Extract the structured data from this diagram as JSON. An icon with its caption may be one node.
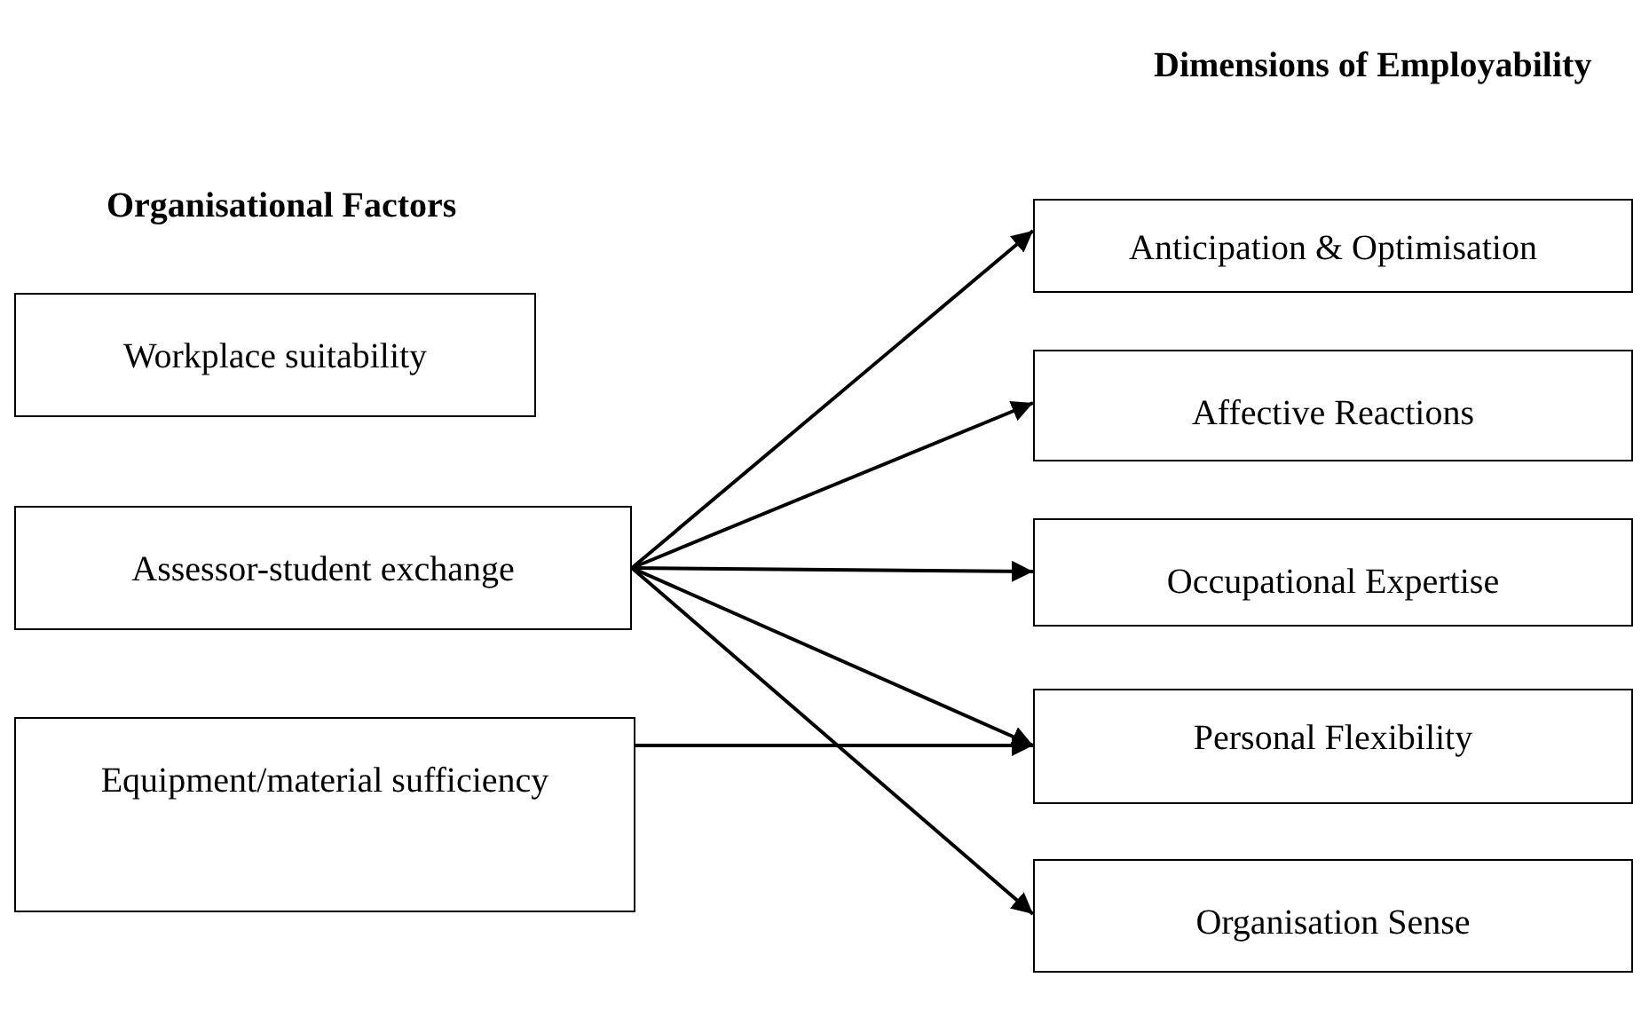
{
  "diagram": {
    "title": "Dimensions of Employability",
    "nodes": [
      {
        "text": [
          "Workplace suitability"
        ]
      },
      {
        "text": [
          "Assessor-student exchange"
        ]
      },
      {
        "text": [
          "Equipment/material sufficiency"
        ]
      },
      {
        "text": [
          "Anticipation & Optimisation"
        ]
      },
      {
        "text": [
          "Affective Reactions"
        ]
      },
      {
        "text": [
          "Occupational Expertise"
        ]
      },
      {
        "text": [
          "Personal Flexibility"
        ]
      },
      {
        "text": [
          "Organisation Sense"
        ]
      }
    ],
    "edges": [
      {
        "from": 1,
        "to": 3,
        "arrow": "to"
      },
      {
        "from": 1,
        "to": 4,
        "arrow": "to"
      },
      {
        "from": 1,
        "to": 5,
        "arrow": "to"
      },
      {
        "from": 1,
        "to": 6,
        "arrow": "to"
      },
      {
        "from": 1,
        "to": 7,
        "arrow": "to"
      },
      {
        "from": 2,
        "to": 6,
        "arrow": "to"
      }
    ],
    "labels": [
      "Organisational Factors"
    ]
  }
}
